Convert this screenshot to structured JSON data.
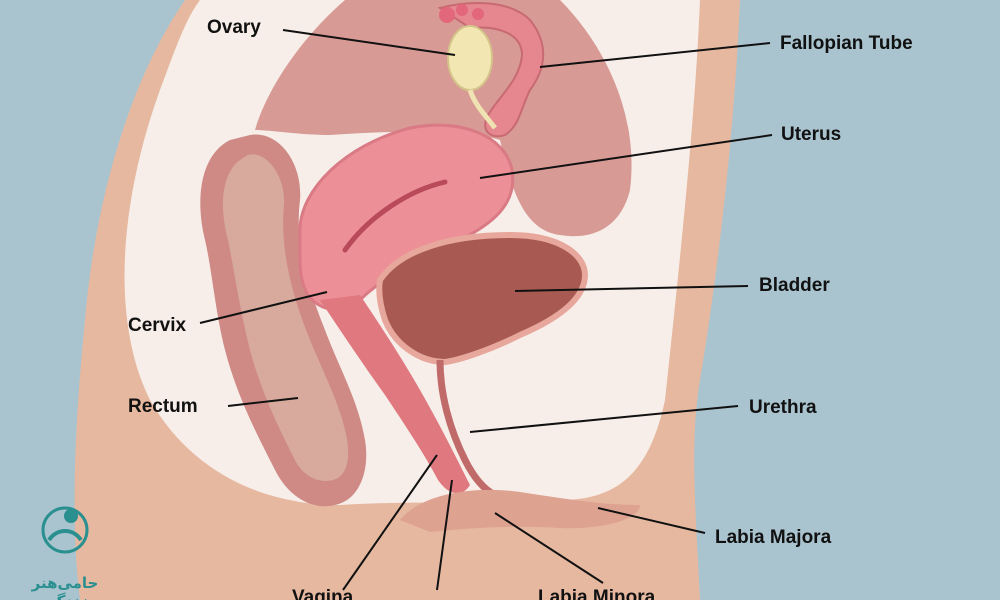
{
  "labels": {
    "ovary": "Ovary",
    "fallopian_tube": "Fallopian Tube",
    "uterus": "Uterus",
    "bladder": "Bladder",
    "cervix": "Cervix",
    "rectum": "Rectum",
    "urethra": "Urethra",
    "labia_majora": "Labia Majora",
    "vagina": "Vagina",
    "labia_minora": "Labia Minora"
  },
  "watermark": {
    "text": "حامی‌هنر زندگی"
  },
  "colors": {
    "background": "#a9c4cf",
    "skin": "#e6b8a0",
    "cavity": "#f7eee9",
    "tissue": "#cf8a86",
    "uterus": "#ec8f96",
    "bladder": "#a85a52",
    "ovary": "#f2e7b2",
    "leader_line": "#111111",
    "watermark": "#2a8f8f"
  }
}
